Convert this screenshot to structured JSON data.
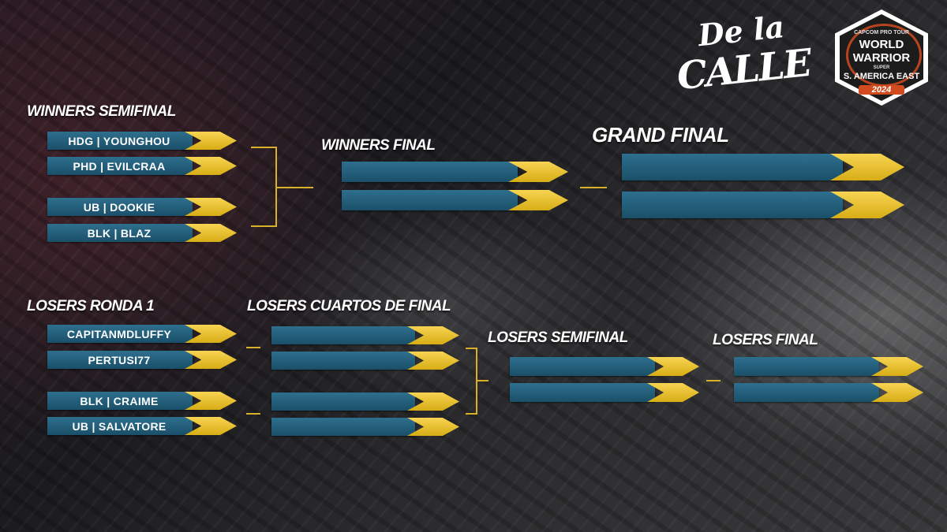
{
  "branding": {
    "event_line1": "De la",
    "event_line2": "CALLE",
    "badge": {
      "top": "CAPCOM PRO TOUR",
      "line1": "WORLD",
      "line2": "WARRIOR",
      "small": "SUPER",
      "region": "S. AMERICA EAST",
      "year": "2024"
    }
  },
  "headings": {
    "winners_semifinal": "WINNERS SEMIFINAL",
    "winners_final": "WINNERS FINAL",
    "grand_final": "GRAND FINAL",
    "losers_ronda_1": "LOSERS RONDA 1",
    "losers_cuartos": "LOSERS CUARTOS DE FINAL",
    "losers_semifinal": "LOSERS SEMIFINAL",
    "losers_final": "LOSERS FINAL"
  },
  "winners_semifinal": [
    "HDG | YOUNGHOU",
    "PHD | EVILCRAA",
    "UB | DOOKIE",
    "BLK | BLAZ"
  ],
  "winners_final": [
    "",
    ""
  ],
  "grand_final": [
    "",
    ""
  ],
  "losers_ronda_1": [
    "CAPITANMDLUFFY",
    "PERTUSI77",
    "BLK | CRAIME",
    "UB | SALVATORE"
  ],
  "losers_cuartos": [
    "",
    "",
    "",
    ""
  ],
  "losers_semifinal": [
    "",
    ""
  ],
  "losers_final": [
    "",
    ""
  ],
  "colors": {
    "slot_bar": "#1f5a76",
    "chevron": "#f5c518",
    "connector": "#d8b02a"
  }
}
